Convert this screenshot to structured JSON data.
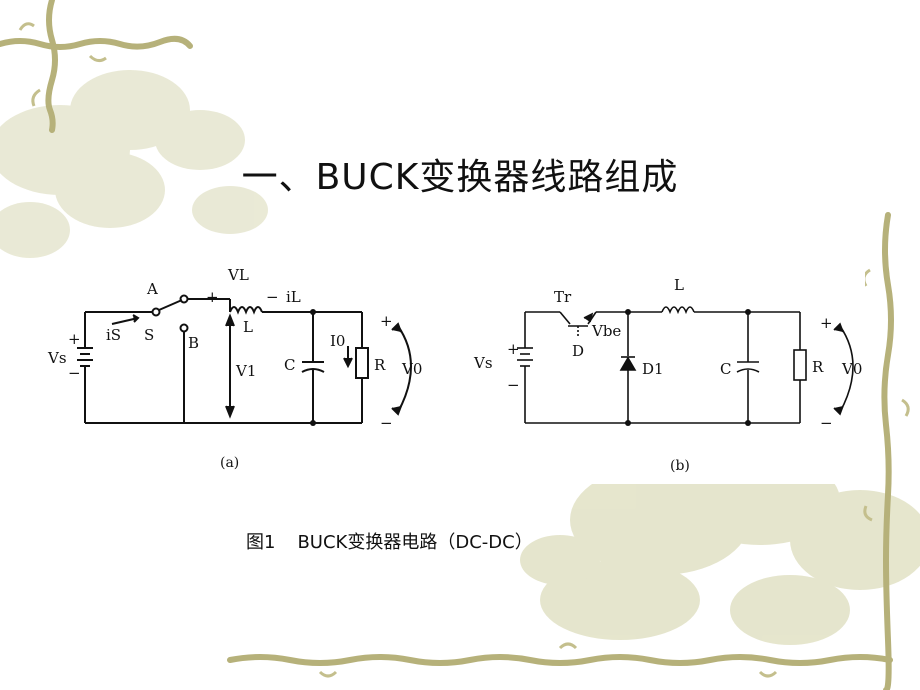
{
  "slide": {
    "title": "一、BUCK变换器线路组成",
    "caption_fig": "图1",
    "caption_text": "BUCK变换器电路（DC-DC）"
  },
  "colors": {
    "vine": "#b8b37a",
    "leaf_shadow": "#e4e4cc",
    "text": "#111111"
  },
  "circuit_a": {
    "panel_label": "(a)",
    "source": "Vs",
    "source_plus": "+",
    "source_minus": "−",
    "switch_node_a": "A",
    "switch": "S",
    "switch_node_b": "B",
    "current_in": "iS",
    "inductor_voltage": "VL",
    "inductor_plus": "+",
    "inductor_minus": "−",
    "inductor_current": "iL",
    "inductor": "L",
    "node_voltage": "V1",
    "capacitor": "C",
    "load_current": "I0",
    "resistor": "R",
    "output": "V0",
    "output_plus": "+",
    "output_minus": "−"
  },
  "circuit_b": {
    "panel_label": "(b)",
    "source": "Vs",
    "source_plus": "+",
    "source_minus": "−",
    "transistor": "Tr",
    "drive": "D",
    "vbe": "Vbe",
    "inductor": "L",
    "diode": "D1",
    "capacitor": "C",
    "resistor": "R",
    "output": "V0",
    "output_plus": "+",
    "output_minus": "−"
  }
}
